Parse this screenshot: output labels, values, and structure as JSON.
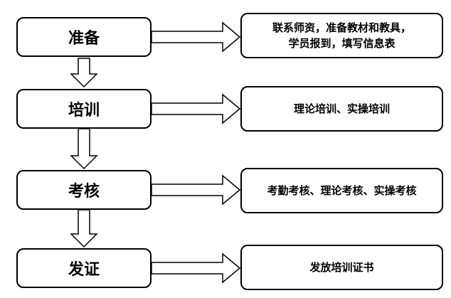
{
  "steps": [
    {
      "label": "准备",
      "result_lines": [
        "联系师资，准备教材和教具，",
        "学员报到，填写信息表"
      ]
    },
    {
      "label": "培训",
      "result_lines": [
        "理论培训、实操培训"
      ]
    },
    {
      "label": "考核",
      "result_lines": [
        "考勤考核、理论考核、实操考核"
      ]
    },
    {
      "label": "发证",
      "result_lines": [
        "发放培训证书"
      ]
    }
  ]
}
